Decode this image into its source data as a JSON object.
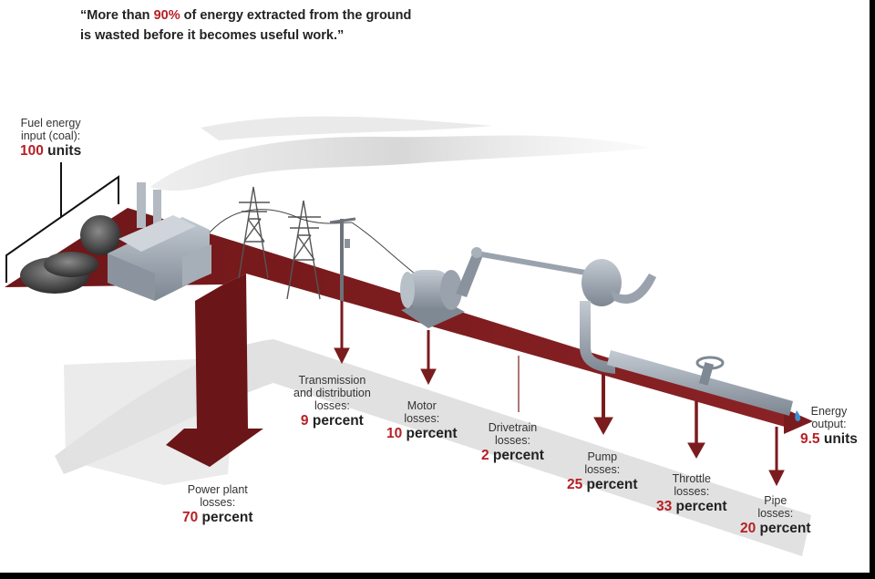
{
  "quote": {
    "open": "“More than ",
    "highlight": "90%",
    "rest_line1": " of energy extracted from the ground",
    "line2": "is wasted before it becomes useful work.”"
  },
  "input": {
    "label_line1": "Fuel energy",
    "label_line2": "input (coal):",
    "value": "100",
    "unit": " units"
  },
  "losses": [
    {
      "id": "power-plant",
      "label_lines": [
        "Power plant",
        "losses:"
      ],
      "value": "70",
      "unit": " percent"
    },
    {
      "id": "transmission",
      "label_lines": [
        "Transmission",
        "and distribution",
        "losses:"
      ],
      "value": "9",
      "unit": " percent"
    },
    {
      "id": "motor",
      "label_lines": [
        "Motor",
        "losses:"
      ],
      "value": "10",
      "unit": " percent"
    },
    {
      "id": "drivetrain",
      "label_lines": [
        "Drivetrain",
        "losses:"
      ],
      "value": "2",
      "unit": " percent"
    },
    {
      "id": "pump",
      "label_lines": [
        "Pump",
        "losses:"
      ],
      "value": "25",
      "unit": " percent"
    },
    {
      "id": "throttle",
      "label_lines": [
        "Throttle",
        "losses:"
      ],
      "value": "33",
      "unit": " percent"
    },
    {
      "id": "pipe",
      "label_lines": [
        "Pipe",
        "losses:"
      ],
      "value": "20",
      "unit": " percent"
    }
  ],
  "output": {
    "label_line1": "Energy",
    "label_line2": "output:",
    "value": "9.5",
    "unit": " units"
  },
  "colors": {
    "flow": "#7a1c1e",
    "flow_dark": "#5e1416",
    "accent_text": "#b52025",
    "machinery": "#9aa3ad",
    "shadow": "#d9d9d9"
  }
}
